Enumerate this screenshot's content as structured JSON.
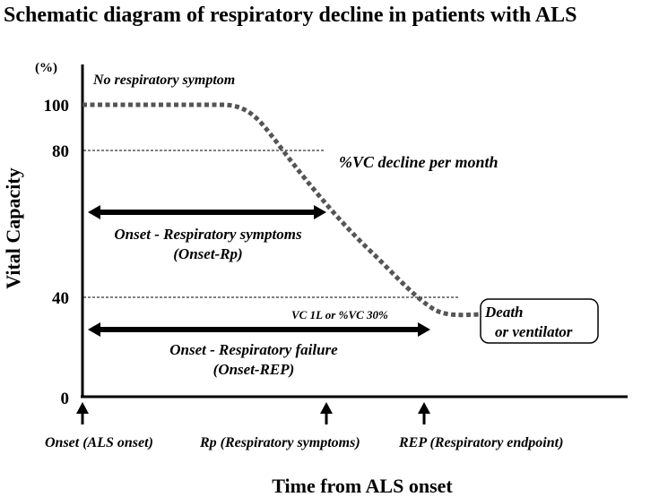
{
  "title": "Schematic diagram of respiratory decline in patients with ALS",
  "y_axis": {
    "title": "Vital Capacity",
    "unit": "(%)",
    "ticks": [
      "100",
      "80",
      "40",
      "0"
    ]
  },
  "x_axis": {
    "title": "Time from ALS onset",
    "markers": [
      {
        "label": "Onset (ALS onset)"
      },
      {
        "label": "Rp (Respiratory symptoms)"
      },
      {
        "label": "REP (Respiratory endpoint)"
      }
    ]
  },
  "annotations": {
    "no_symptom": "No respiratory symptom",
    "decline": "%VC decline per month",
    "threshold": "VC 1L or %VC 30%",
    "onset_rp_line1": "Onset - Respiratory symptoms",
    "onset_rp_line2": "(Onset-Rp)",
    "onset_rep_line1": "Onset - Respiratory failure",
    "onset_rep_line2": "(Onset-REP)",
    "endpoint_line1": "Death",
    "endpoint_line2": "or ventilator"
  },
  "colors": {
    "curve": "#555555",
    "ink": "#000000"
  }
}
